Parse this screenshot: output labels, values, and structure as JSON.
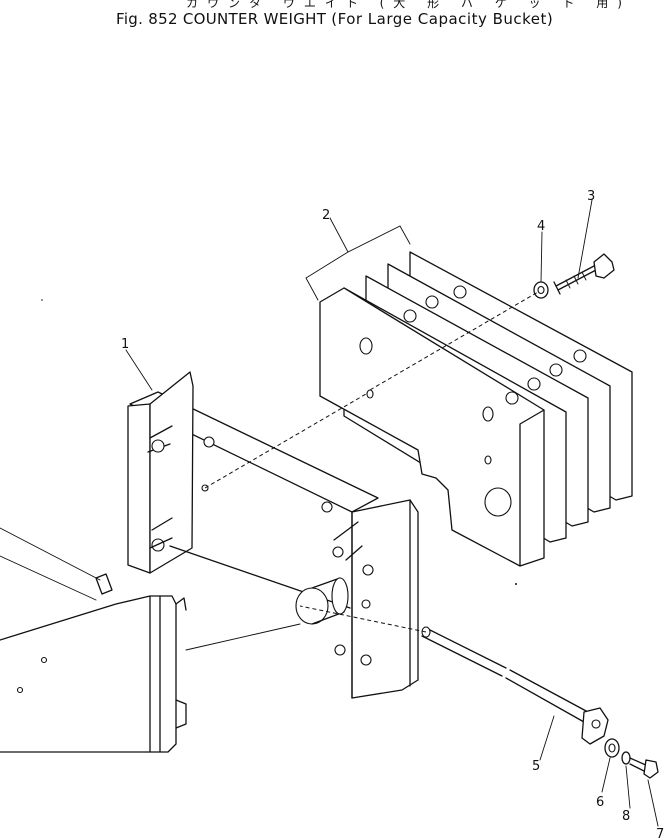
{
  "figure": {
    "title_jp": "カウンタ ウエイト (大 形 バ ケ ッ ト 用)",
    "title_en": "Fig. 852 COUNTER WEIGHT",
    "subtitle_en": "(For Large Capacity Bucket)"
  },
  "callouts": [
    {
      "id": "1",
      "label": "1"
    },
    {
      "id": "2",
      "label": "2"
    },
    {
      "id": "3",
      "label": "3"
    },
    {
      "id": "4",
      "label": "4"
    },
    {
      "id": "5",
      "label": "5"
    },
    {
      "id": "6",
      "label": "6"
    },
    {
      "id": "7",
      "label": "7"
    },
    {
      "id": "8",
      "label": "8"
    }
  ]
}
